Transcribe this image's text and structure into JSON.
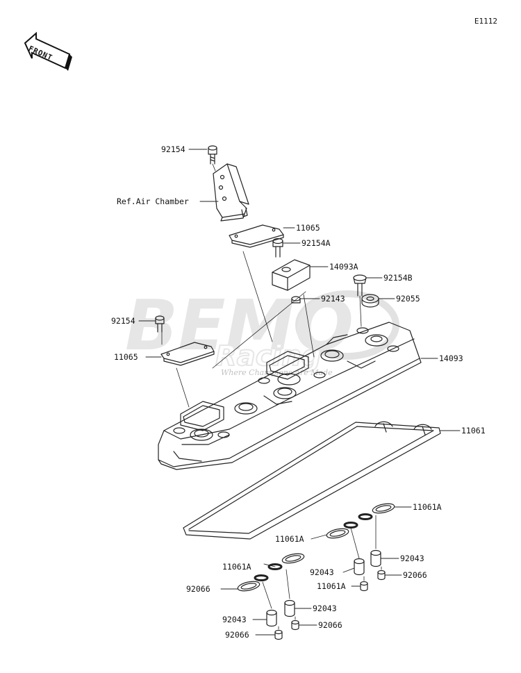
{
  "diagram": {
    "figure_code": "E1112",
    "front_arrow_label": "FRONT",
    "watermark": {
      "logo_text": "BEMO Racing",
      "tagline": "Where Champions Are Made"
    },
    "callouts": [
      {
        "id": "c1",
        "text": "92154"
      },
      {
        "id": "c2",
        "text": "Ref.Air Chamber"
      },
      {
        "id": "c3",
        "text": "11065"
      },
      {
        "id": "c4",
        "text": "92154A"
      },
      {
        "id": "c5",
        "text": "14093A"
      },
      {
        "id": "c6",
        "text": "92154B"
      },
      {
        "id": "c7",
        "text": "92143"
      },
      {
        "id": "c8",
        "text": "92154"
      },
      {
        "id": "c9",
        "text": "92055"
      },
      {
        "id": "c10",
        "text": "11065"
      },
      {
        "id": "c11",
        "text": "14093"
      },
      {
        "id": "c12",
        "text": "11061"
      },
      {
        "id": "c13",
        "text": "11061A"
      },
      {
        "id": "c14",
        "text": "11061A"
      },
      {
        "id": "c15",
        "text": "92043"
      },
      {
        "id": "c16",
        "text": "11061A"
      },
      {
        "id": "c17",
        "text": "92043"
      },
      {
        "id": "c18",
        "text": "92066"
      },
      {
        "id": "c19",
        "text": "92066"
      },
      {
        "id": "c20",
        "text": "11061A"
      },
      {
        "id": "c21",
        "text": "92043"
      },
      {
        "id": "c22",
        "text": "92043"
      },
      {
        "id": "c23",
        "text": "92066"
      },
      {
        "id": "c24",
        "text": "92066"
      }
    ]
  }
}
